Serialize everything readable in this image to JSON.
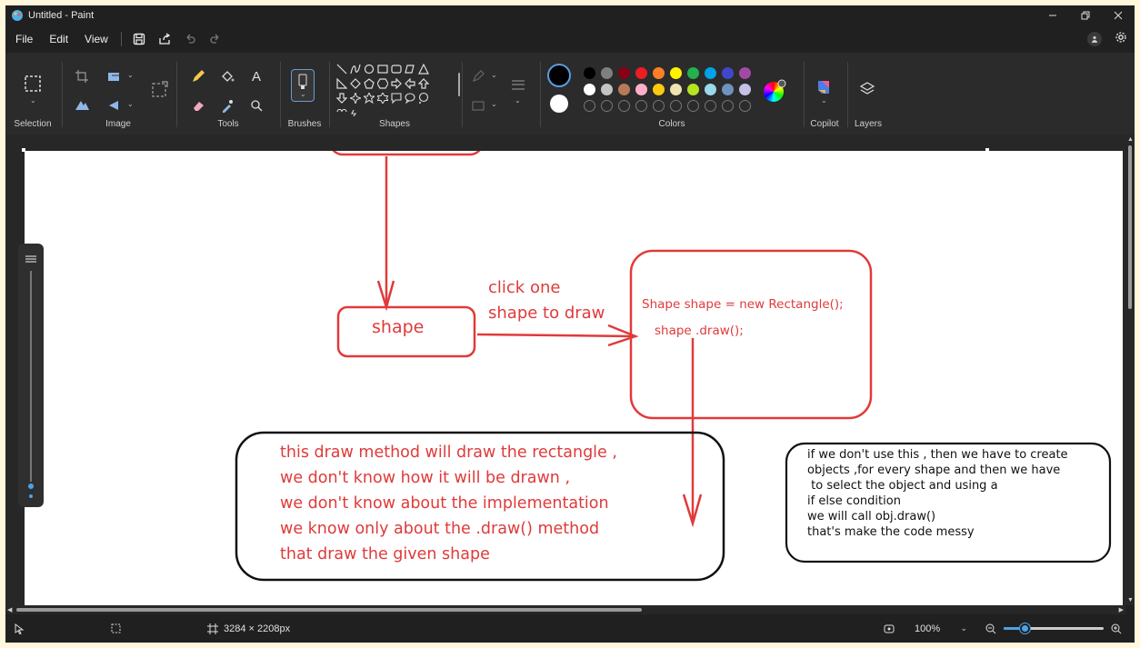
{
  "window": {
    "title": "Untitled - Paint",
    "controls": [
      "minimize-icon",
      "restore-icon",
      "close-icon"
    ]
  },
  "menu": {
    "items": [
      "File",
      "Edit",
      "View"
    ],
    "quick_actions": [
      "save-icon",
      "share-icon",
      "undo-icon",
      "redo-icon"
    ]
  },
  "ribbon": {
    "groups": {
      "selection": "Selection",
      "image": "Image",
      "tools": "Tools",
      "brushes": "Brushes",
      "shapes": "Shapes",
      "colors": "Colors",
      "copilot": "Copilot",
      "layers": "Layers"
    },
    "tools_letter": "A",
    "colors": {
      "row1": [
        "#000000",
        "#7f7f7f",
        "#880015",
        "#ed1c24",
        "#ff7f27",
        "#fff200",
        "#22b14c",
        "#00a2e8",
        "#3f48cc",
        "#a349a4"
      ],
      "row2": [
        "#ffffff",
        "#c3c3c3",
        "#b97a57",
        "#ffaec9",
        "#ffc90e",
        "#efe4b0",
        "#b5e61d",
        "#99d9ea",
        "#7092be",
        "#c8bfe7"
      ],
      "primary": "#000000",
      "secondary": "#ffffff"
    }
  },
  "drawing": {
    "shape_label": "shape",
    "click_text": [
      "click one",
      "shape to draw"
    ],
    "code_lines": [
      "Shape shape = new Rectangle();",
      "shape .draw();"
    ],
    "explanation": [
      "this draw method will draw the rectangle ,",
      "we don't know how  it will be drawn ,",
      "we don't know about the implementation",
      "we know only about the .draw() method",
      "that draw the given shape"
    ],
    "note": [
      "if we don't use this , then we have to create",
      "objects ,for every shape and then we have",
      " to select the object and using a",
      "if else condition",
      "we will call obj.draw()",
      "that's make the code messy"
    ],
    "ink_color": "#e03a3a"
  },
  "status": {
    "dimensions": "3284 × 2208px",
    "zoom": "100%",
    "zoom_fraction": 0.22
  }
}
